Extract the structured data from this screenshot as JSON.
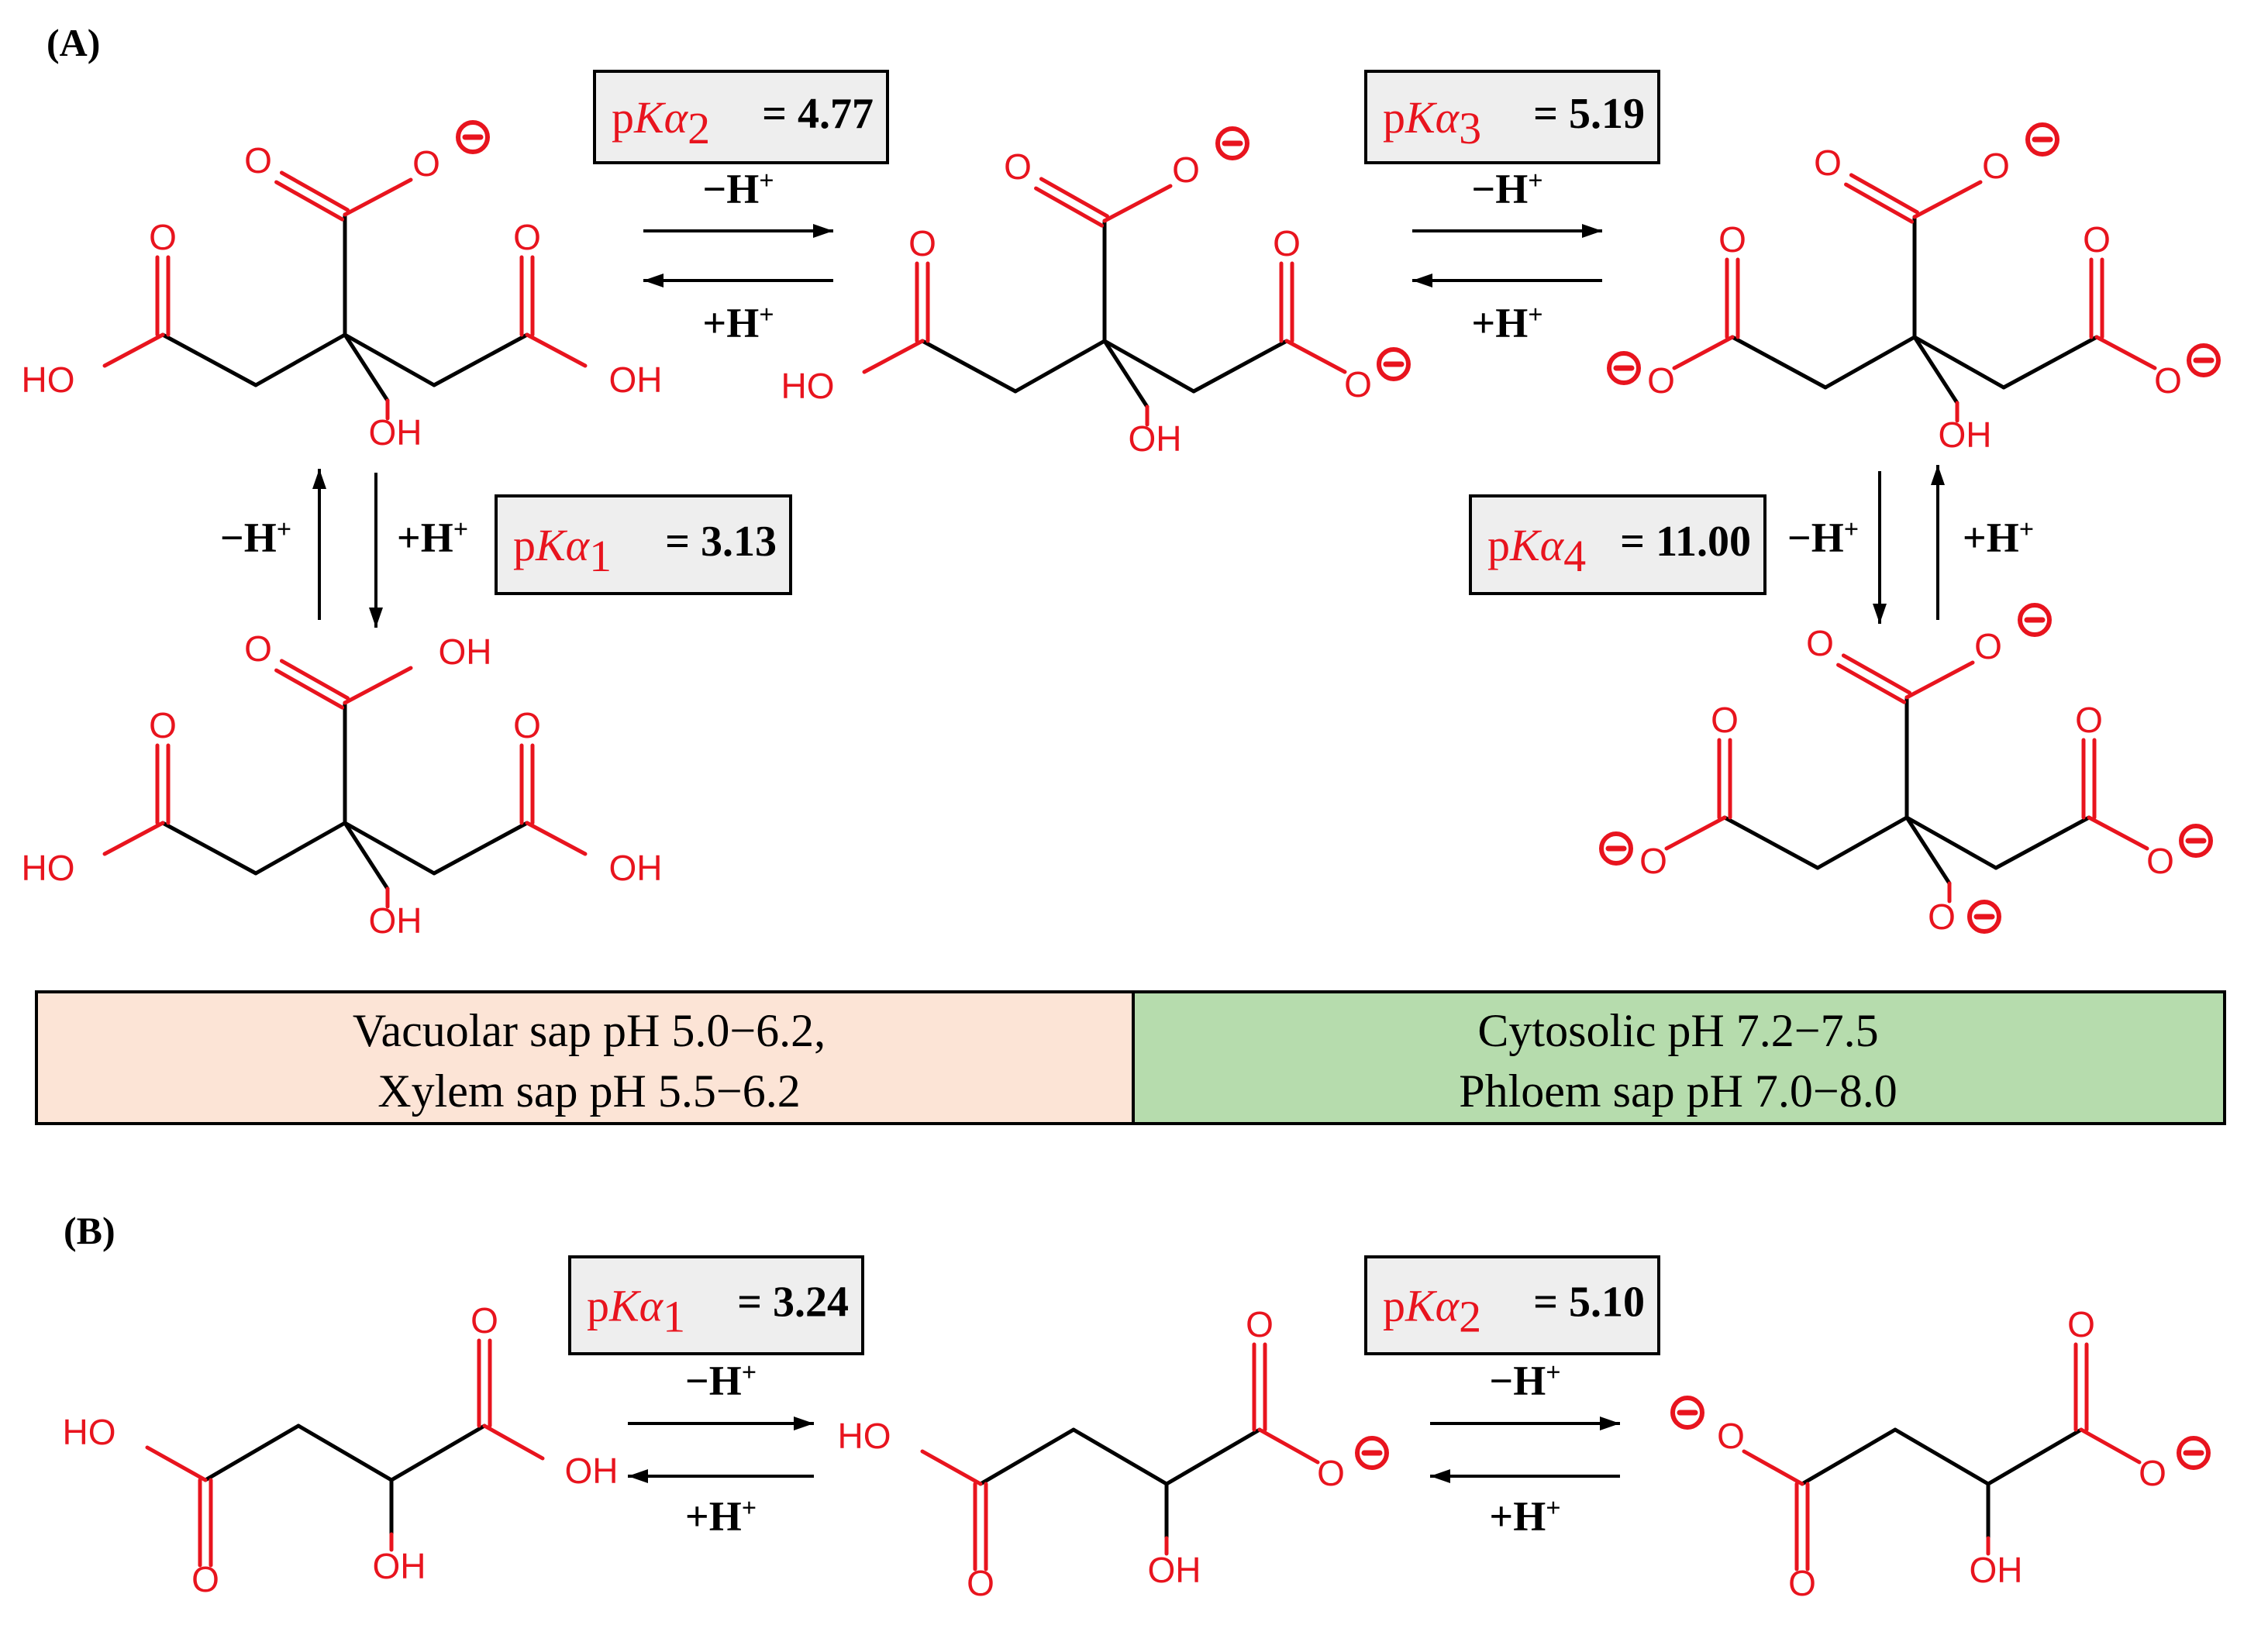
{
  "panels": {
    "a": "(A)",
    "b": "(B)"
  },
  "pka": [
    {
      "id": "a-pka2",
      "symbol": "pKα",
      "sub": "2",
      "value": "= 4.77"
    },
    {
      "id": "a-pka3",
      "symbol": "pKα",
      "sub": "3",
      "value": "= 5.19"
    },
    {
      "id": "a-pka1",
      "symbol": "pKα",
      "sub": "1",
      "value": "= 3.13"
    },
    {
      "id": "a-pka4",
      "symbol": "pKα",
      "sub": "4",
      "value": "= 11.00"
    },
    {
      "id": "b-pka1",
      "symbol": "pKα",
      "sub": "1",
      "value": "= 3.24"
    },
    {
      "id": "b-pka2",
      "symbol": "pKα",
      "sub": "2",
      "value": "= 5.10"
    }
  ],
  "reaction_labels": {
    "deprotonate": "−H",
    "protonate": "+H",
    "proton_sup": "+"
  },
  "atom_labels": {
    "oxygen": "O",
    "hydroxyl_left": "HO",
    "hydroxyl_right": "OH"
  },
  "ph_table": {
    "left": {
      "line1": "Vacuolar sap pH 5.0−6.2,",
      "line2": "Xylem sap pH 5.5−6.2",
      "color": "#fce4d6"
    },
    "right": {
      "line1": "Cytosolic pH 7.2−7.5",
      "line2": "Phloem sap pH 7.0−8.0",
      "color": "#b6dcad"
    }
  },
  "colors": {
    "heteroatom": "#e8141e",
    "bond": "#000000",
    "box_fill": "#eeeeee"
  }
}
